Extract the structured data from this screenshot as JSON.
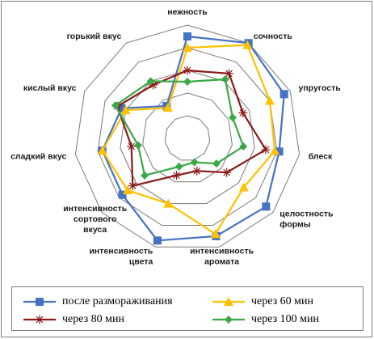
{
  "chart_data": {
    "type": "radar",
    "title": "",
    "axes": [
      "нежность",
      "сочность",
      "упругость",
      "блеск",
      "целостность\nформы",
      "интенсивность\nаромата",
      "интенсивность\nцвета",
      "интенсивность\nсортового\nвкуса",
      "сладкий вкус",
      "кислый вкус",
      "горький вкус"
    ],
    "rmax": 5,
    "rings": [
      1,
      2,
      3,
      4,
      5
    ],
    "grid": true,
    "legend_position": "bottom",
    "series": [
      {
        "name": "после размораживания",
        "color": "#4472c4",
        "marker": "square",
        "values": [
          4.5,
          5.0,
          4.7,
          4.1,
          4.6,
          4.5,
          4.7,
          3.8,
          3.8,
          3.2,
          1.7
        ]
      },
      {
        "name": "через 60 мин",
        "color": "#ffc000",
        "marker": "triangle",
        "values": [
          4.0,
          4.9,
          4.0,
          3.9,
          3.3,
          4.4,
          3.0,
          3.5,
          3.8,
          3.0,
          1.6
        ]
      },
      {
        "name": "через 80 мин",
        "color": "#8b1a1a",
        "marker": "star",
        "values": [
          3.0,
          3.4,
          2.7,
          3.5,
          2.3,
          1.5,
          1.7,
          3.2,
          2.5,
          3.4,
          2.8
        ]
      },
      {
        "name": "через 100 мин",
        "color": "#3aa845",
        "marker": "diamond",
        "values": [
          2.5,
          3.1,
          2.2,
          2.5,
          1.7,
          1.1,
          1.3,
          2.5,
          2.2,
          3.5,
          3.0
        ]
      }
    ]
  }
}
